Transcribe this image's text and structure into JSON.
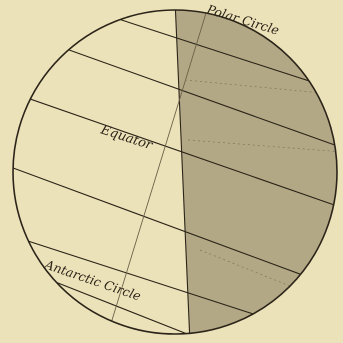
{
  "labels": {
    "polar_circle": "Polar Circle",
    "equator": "Equator",
    "antarctic_circle": "Antarctic Circle"
  },
  "colors": {
    "paper": "#ece2ba",
    "lit_hemisphere": "#ece2ba",
    "night_shade": "#b3a886",
    "ink": "#2b2418",
    "fine_line": "#6e6248"
  }
}
